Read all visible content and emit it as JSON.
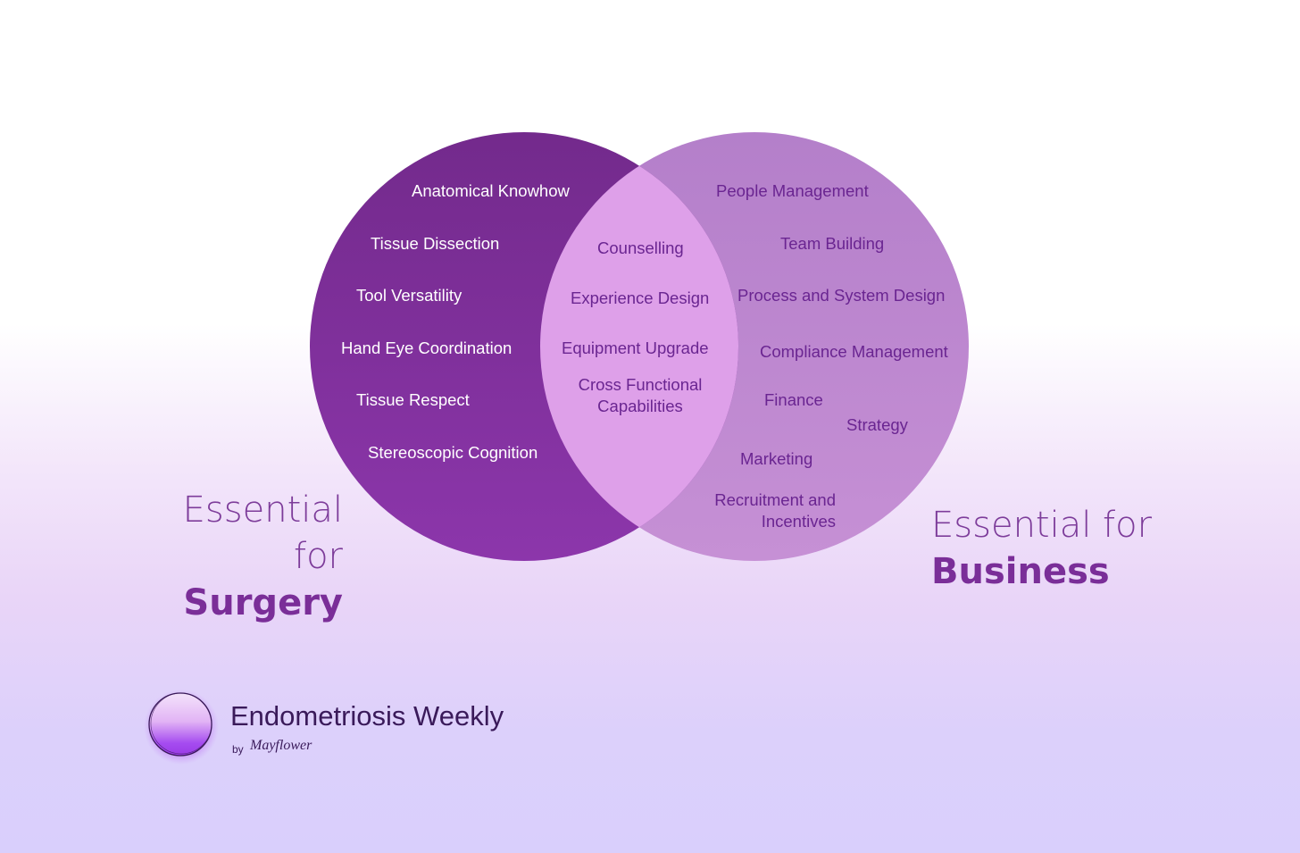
{
  "venn": {
    "left_set": {
      "items": [
        "Anatomical Knowhow",
        "Tissue Dissection",
        "Tool Versatility",
        "Hand Eye Coordination",
        "Tissue Respect",
        "Stereoscopic Cognition"
      ],
      "color": "#7b2d93"
    },
    "intersection": {
      "items": [
        "Counselling",
        "Experience Design",
        "Equipment Upgrade",
        [
          "Cross Functional",
          "Capabilities"
        ]
      ],
      "color": "#dd9fe8"
    },
    "right_set": {
      "items": [
        "People Management",
        "Team Building",
        "Process and System Design",
        "Compliance Management",
        "Finance",
        "Strategy",
        "Marketing",
        [
          "Recruitment and",
          "Incentives"
        ]
      ],
      "color": "#bd85ce"
    }
  },
  "captions": {
    "surgery": {
      "line1": "Essential for",
      "line2": "Surgery"
    },
    "business": {
      "line1": "Essential for",
      "line2": "Business"
    }
  },
  "brand": {
    "name": "Endometriosis Weekly",
    "by": "by",
    "maker": "Mayflower",
    "logo_icon": "purple-orb-icon"
  }
}
